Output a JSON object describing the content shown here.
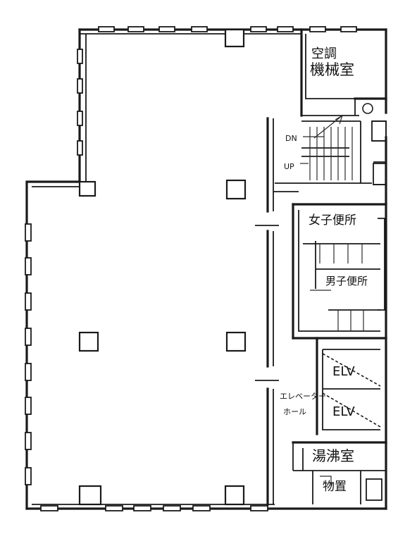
{
  "labels": {
    "mechanical_room": [
      "空調",
      "機械室"
    ],
    "stair_down": "DN",
    "stair_up": "UP",
    "womens_toilet": "女子便所",
    "mens_toilet": "男子便所",
    "elevator_1": "ELV",
    "elevator_2": "ELV",
    "elevator_hall": [
      "エレベーター",
      "ホール"
    ],
    "kitchenette": "湯沸室",
    "storage": "物置"
  }
}
